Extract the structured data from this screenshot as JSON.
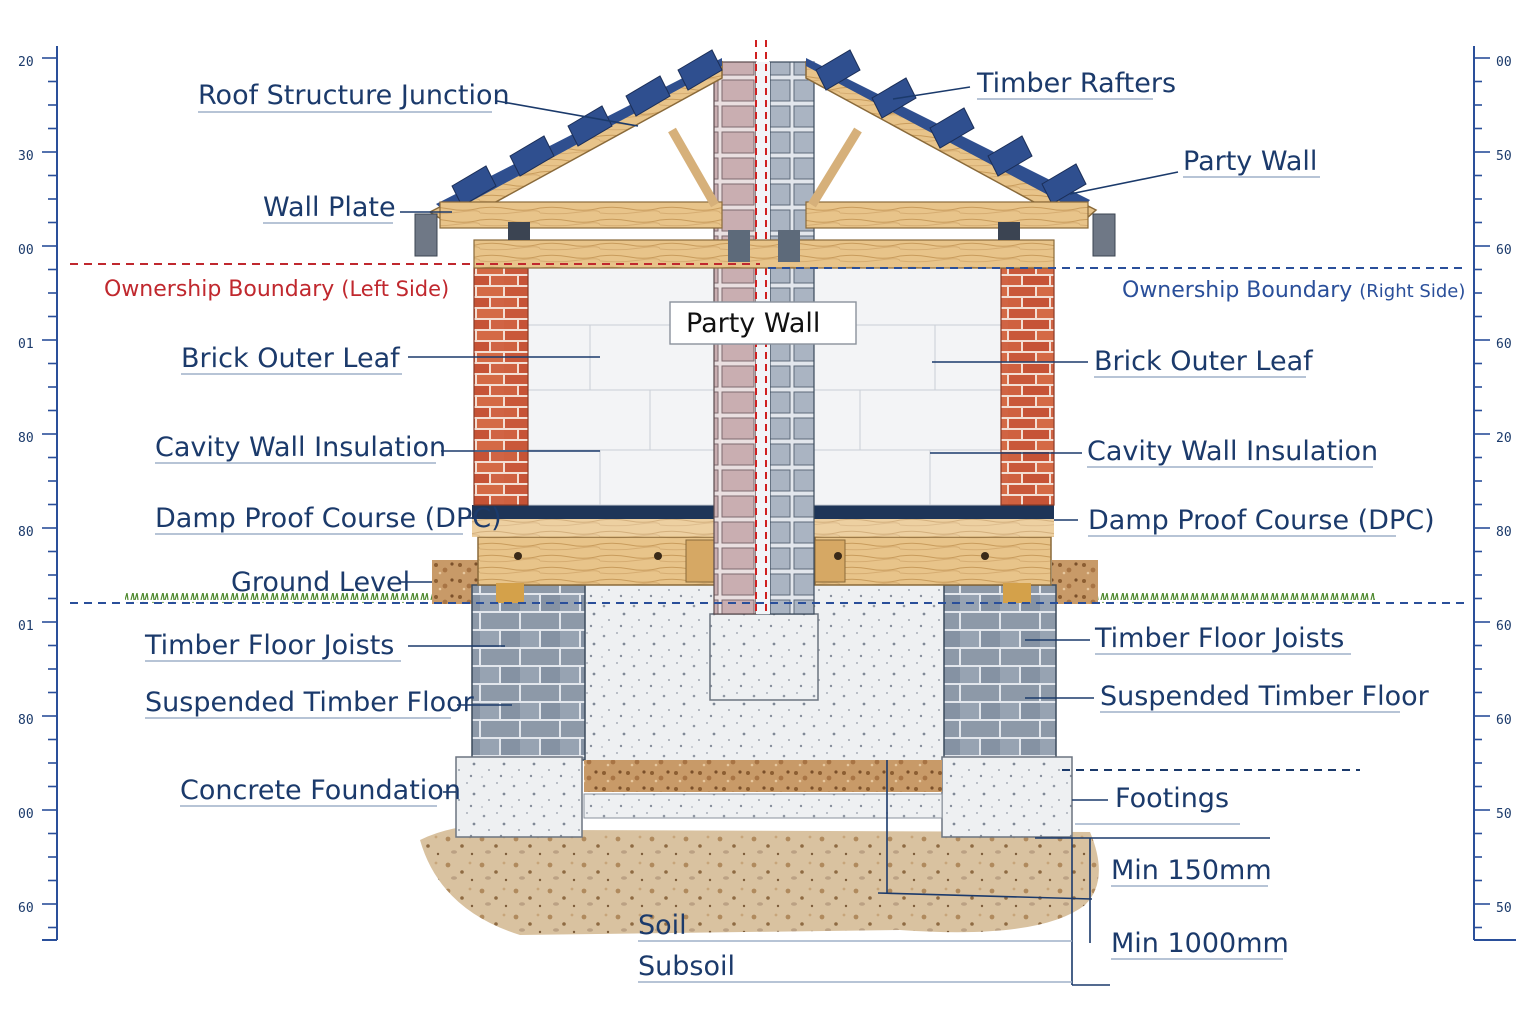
{
  "labels": {
    "roof_structure_junction": "Roof Structure Junction",
    "timber_rafters": "Timber Rafters",
    "party_wall_right": "Party Wall",
    "wall_plate": "Wall Plate",
    "ownership_left_main": "Ownership Boundary",
    "ownership_left_paren": "(Left Side)",
    "ownership_right_main": "Ownership Boundary",
    "ownership_right_paren": "(Right Side)",
    "party_wall_center": "Party Wall",
    "brick_outer_leaf_left": "Brick Outer Leaf",
    "brick_outer_leaf_right": "Brick Outer Leaf",
    "cavity_insulation_left": "Cavity Wall Insulation",
    "cavity_insulation_right": "Cavity Wall Insulation",
    "dpc_left": "Damp Proof Course (DPC)",
    "dpc_right": "Damp Proof Course (DPC)",
    "ground_level": "Ground Level",
    "floor_joists_left": "Timber Floor Joists",
    "floor_joists_right": "Timber Floor Joists",
    "suspended_floor_left": "Suspended Timber Floor",
    "suspended_floor_right": "Suspended Timber Floor",
    "concrete_foundation": "Concrete Foundation",
    "footings": "Footings",
    "min_150": "Min 150mm",
    "min_1000": "Min 1000mm",
    "soil": "Soil",
    "subsoil": "Subsoil"
  },
  "ruler_left": [
    "20",
    "30",
    "00",
    "01",
    "80",
    "80",
    "01",
    "80",
    "00",
    "60"
  ],
  "ruler_right": [
    "00",
    "50",
    "60",
    "60",
    "20",
    "80",
    "60",
    "60",
    "50",
    "50"
  ],
  "colors": {
    "label_text": "#1b3a6b",
    "ownership_left": "#c0282e",
    "ownership_right": "#2a4f9a",
    "brick": "#c9583a",
    "timber": "#e8c48a",
    "roof_tiles": "#2f4f8f",
    "concrete_block": "#8d99a8",
    "dpc": "#1e3558",
    "grass": "#4f8a2f"
  }
}
